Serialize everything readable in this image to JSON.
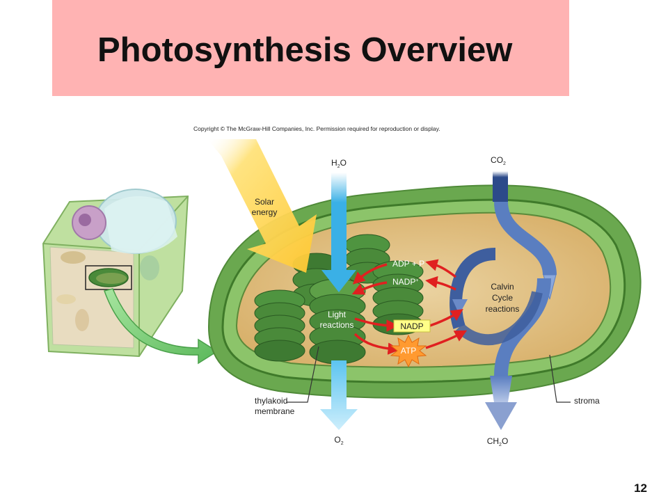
{
  "slide": {
    "title": "Photosynthesis Overview",
    "copyright": "Copyright © The McGraw-Hill Companies, Inc. Permission required for reproduction or display.",
    "page_number": "12"
  },
  "diagram": {
    "solar_energy": [
      "Solar",
      "energy"
    ],
    "h2o": {
      "base": "H",
      "sub": "2",
      "tail": "O"
    },
    "co2": {
      "base": "CO",
      "sub": "2"
    },
    "o2": {
      "base": "O",
      "sub": "2"
    },
    "ch2o": {
      "base": "CH",
      "sub": "2",
      "tail": "O"
    },
    "light_reactions": [
      "Light",
      "reactions"
    ],
    "calvin_cycle": [
      "Calvin",
      "Cycle",
      "reactions"
    ],
    "adp_p": "ADP + P",
    "nadp_plus": {
      "base": "NADP",
      "sup": "+"
    },
    "nadp": "NADP",
    "atp": "ATP",
    "thylakoid_membrane": [
      "thylakoid",
      "membrane"
    ],
    "stroma": "stroma"
  },
  "colors": {
    "title_banner": "#ffb3b3",
    "chloroplast_outer": "#6aa84f",
    "stroma": "#e0bc80",
    "thylakoid": "#4a8a3a",
    "water_arrow": "#3ab0e6",
    "co2_arrow": "#2c4a8a",
    "calvin_cycle": "#5a7ec0",
    "solar_arrow": "#ffd84d",
    "red_arrow": "#e02020",
    "nadp_box": "#ffff88",
    "atp_burst": "#ff9a30"
  }
}
